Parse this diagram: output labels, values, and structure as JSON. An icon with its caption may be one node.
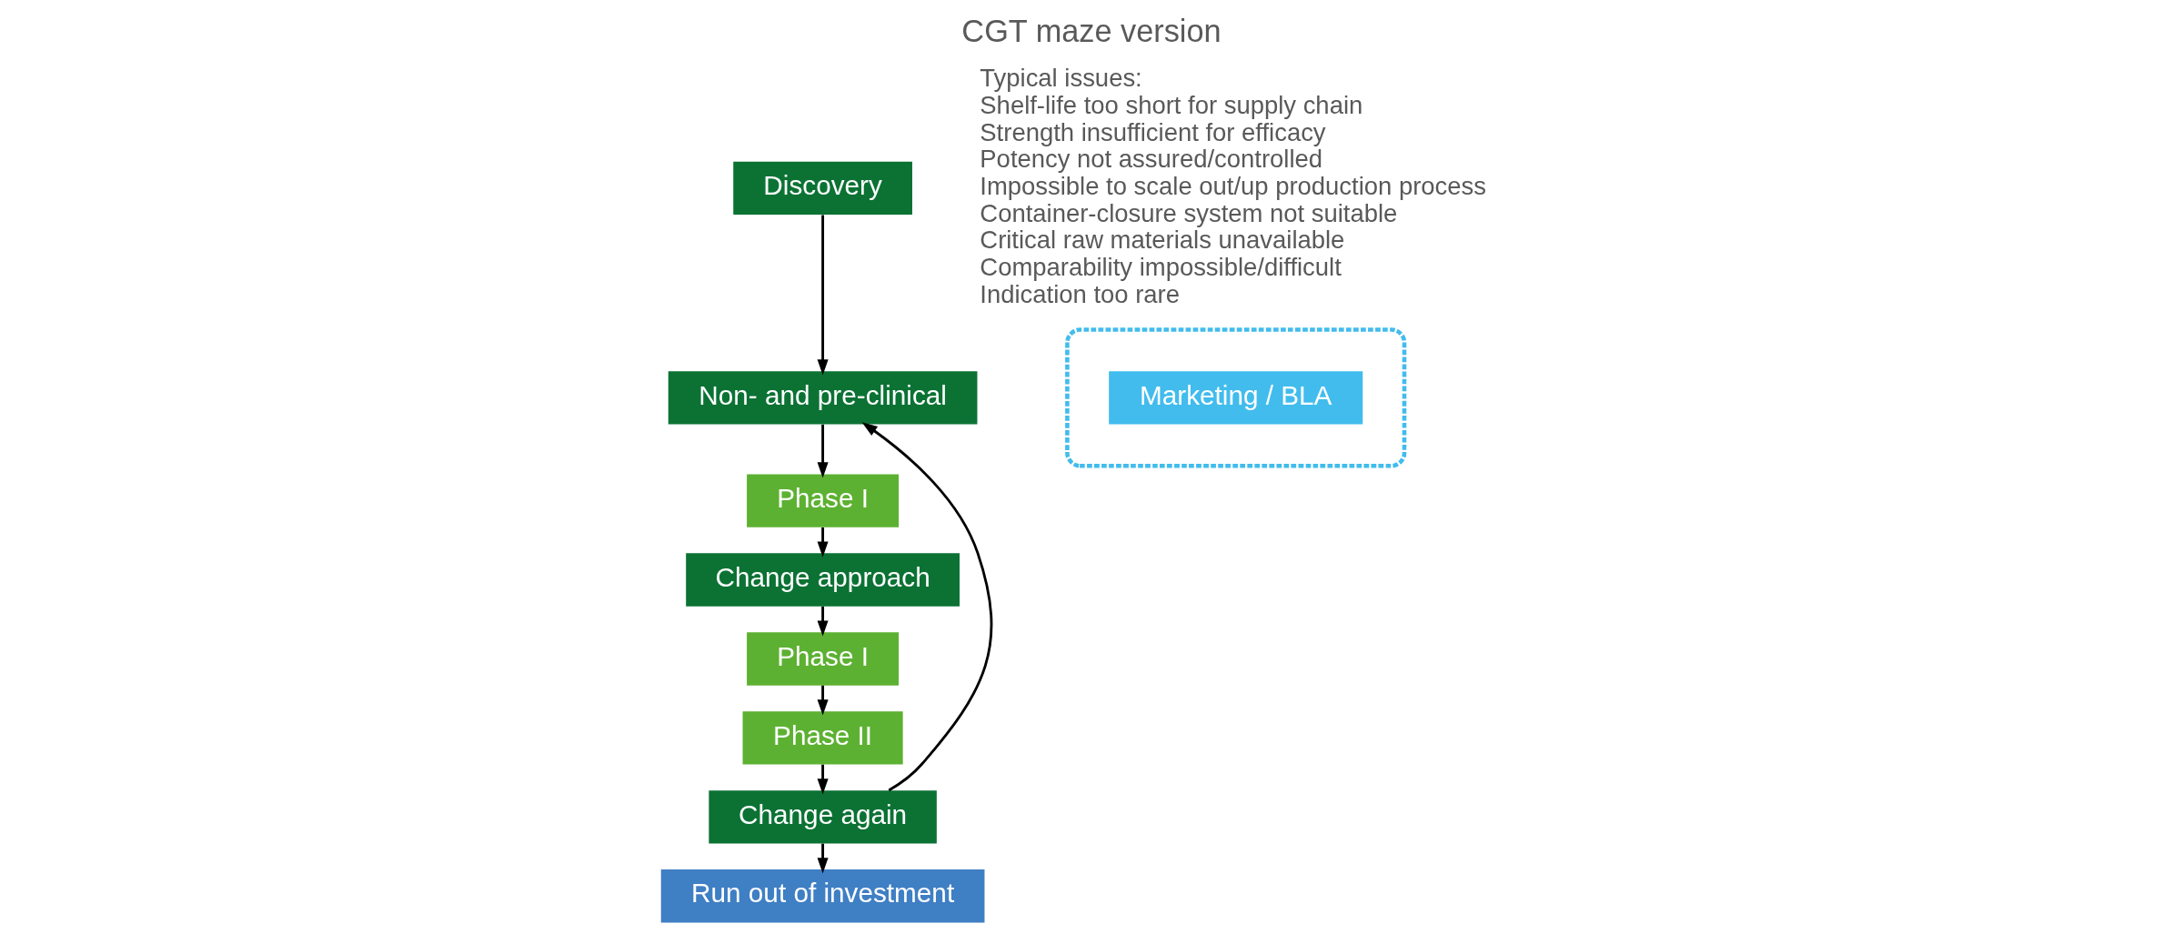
{
  "diagram": {
    "title": "CGT maze version",
    "nodes": [
      {
        "text": [
          "Discovery"
        ]
      },
      {
        "text": [
          "Non- and pre-clinical"
        ]
      },
      {
        "text": [
          "Phase I"
        ]
      },
      {
        "text": [
          "Change approach"
        ]
      },
      {
        "text": [
          "Phase I"
        ]
      },
      {
        "text": [
          "Phase II"
        ]
      },
      {
        "text": [
          "Change again"
        ]
      },
      {
        "text": [
          "Run out of investment"
        ]
      },
      {
        "text": [],
        "shape": "ellipse"
      },
      {
        "text": [
          "Marketing / BLA"
        ],
        "in": 8
      }
    ],
    "edges": [
      {
        "from": 0,
        "to": 1,
        "arrow": "to"
      },
      {
        "from": 1,
        "to": 2,
        "arrow": "to"
      },
      {
        "from": 2,
        "to": 3,
        "arrow": "to"
      },
      {
        "from": 3,
        "to": 4,
        "arrow": "to"
      },
      {
        "from": 4,
        "to": 5,
        "arrow": "to"
      },
      {
        "from": 5,
        "to": 6,
        "arrow": "to"
      },
      {
        "from": 6,
        "to": 7,
        "arrow": "to"
      },
      {
        "from": 6,
        "to": 1,
        "arrow": "to"
      }
    ],
    "labels": [
      "Typical issues:",
      "Shelf-life too short for supply chain",
      "Strength insufficient for efficacy",
      "Potency not assured/controlled",
      "Impossible to scale out/up production process",
      "Container-closure system not suitable",
      "Critical raw materials unavailable",
      "Comparability impossible/difficult",
      "Indication too rare"
    ]
  }
}
